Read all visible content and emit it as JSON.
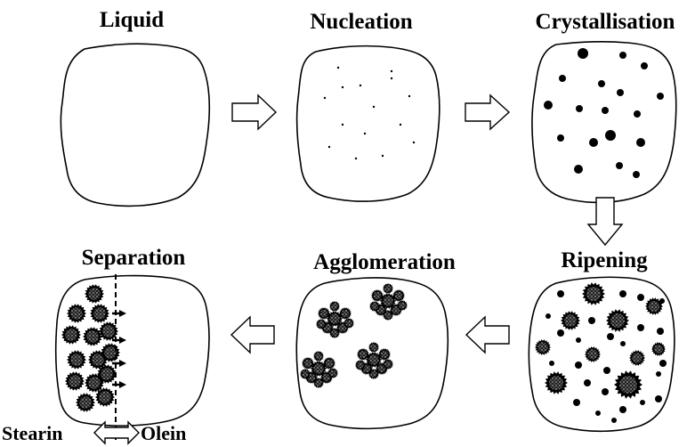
{
  "stages": [
    {
      "id": "liquid",
      "label": "Liquid"
    },
    {
      "id": "nucleation",
      "label": "Nucleation"
    },
    {
      "id": "crystallisation",
      "label": "Crystallisation"
    },
    {
      "id": "ripening",
      "label": "Ripening"
    },
    {
      "id": "agglomeration",
      "label": "Agglomeration"
    },
    {
      "id": "separation",
      "label": "Separation"
    }
  ],
  "separation_labels": {
    "left": "Stearin",
    "right": "Olein"
  },
  "colors": {
    "ink": "#000000",
    "background": "#ffffff",
    "crystal_core": "#9a9a9a"
  }
}
